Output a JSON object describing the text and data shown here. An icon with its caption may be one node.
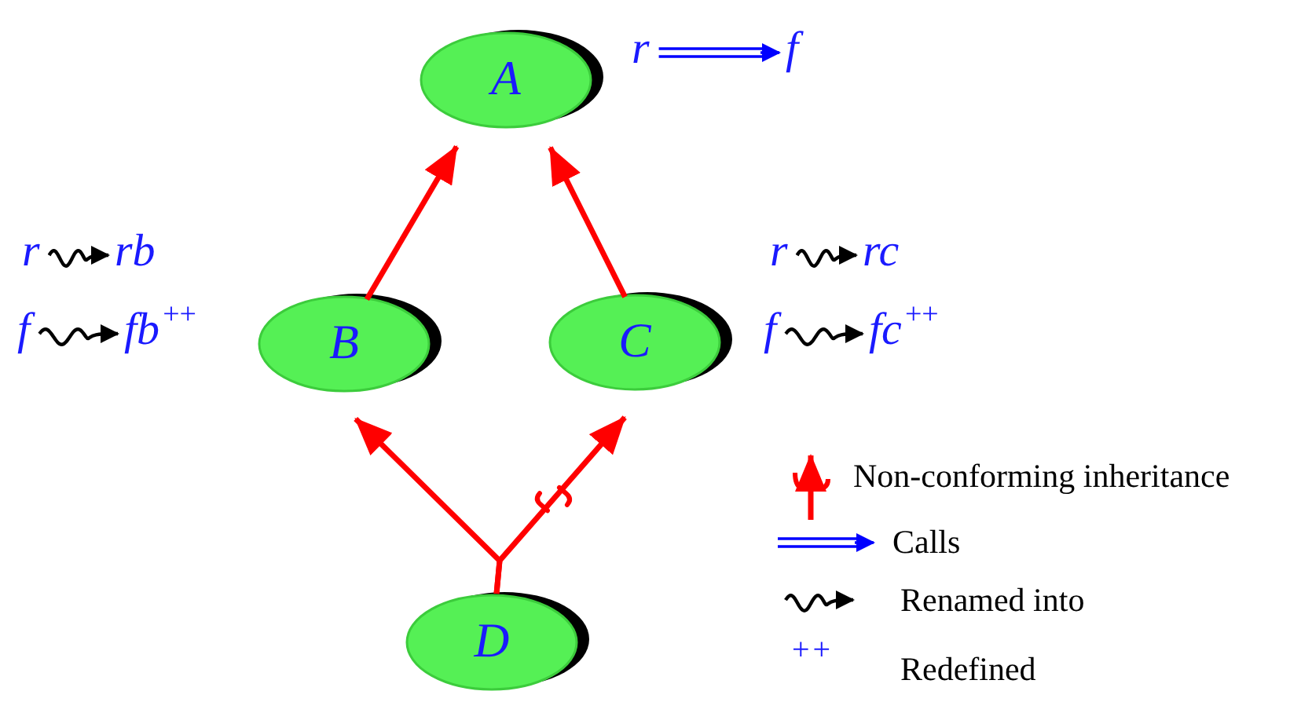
{
  "diagram": {
    "nodes": [
      {
        "text": [
          "A"
        ]
      },
      {
        "text": [
          "B"
        ]
      },
      {
        "text": [
          "C"
        ]
      },
      {
        "text": [
          "D"
        ]
      },
      {
        "text": [
          "r"
        ]
      },
      {
        "text": [
          "f"
        ]
      },
      {
        "text": [
          "r"
        ]
      },
      {
        "text": [
          "rb"
        ]
      },
      {
        "text": [
          "f"
        ]
      },
      {
        "text": [
          "fb$^{++}$"
        ]
      },
      {
        "text": [
          "r"
        ]
      },
      {
        "text": [
          "rc"
        ]
      },
      {
        "text": [
          "f"
        ]
      },
      {
        "text": [
          "fc$^{++}$"
        ]
      }
    ],
    "edges": [
      {
        "from": 1,
        "to": 0,
        "arrow": "to"
      },
      {
        "from": 2,
        "to": 0,
        "arrow": "to"
      },
      {
        "from": 3,
        "to": 1,
        "arrow": "to"
      },
      {
        "from": 3,
        "to": 2,
        "arrow": "to"
      },
      {
        "from": 4,
        "to": 5,
        "arrow": "to",
        "color": "#0000ff"
      },
      {
        "from": 6,
        "to": 7,
        "arrow": "to",
        "color": "#000000"
      },
      {
        "from": 8,
        "to": 9,
        "arrow": "to",
        "color": "#000000"
      },
      {
        "from": 10,
        "to": 11,
        "arrow": "to",
        "color": "#000000"
      },
      {
        "from": 12,
        "to": 13,
        "arrow": "to",
        "color": "#000000"
      }
    ],
    "labels": [
      "++"
    ],
    "legend": [
      {
        "text": "Non-conforming inheritance"
      },
      {
        "text": "Calls"
      },
      {
        "text": "Renamed into"
      },
      {
        "text": "Redefined"
      }
    ]
  }
}
